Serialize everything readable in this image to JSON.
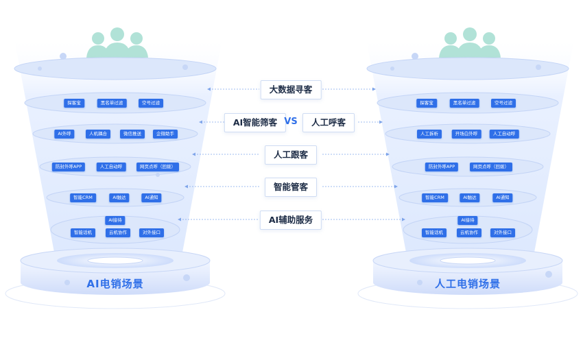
{
  "left_funnel": {
    "base_title": "AI电销场景",
    "tags": {
      "row1": [
        "探客宝",
        "黑名单过滤",
        "空号过滤"
      ],
      "row2": [
        "AI外呼",
        "人机耦合",
        "微信推送",
        "企微助手"
      ],
      "row3": [
        "防封外呼APP",
        "人工自动呼",
        "网页点呼（回拨）"
      ],
      "row4": [
        "智能CRM",
        "AI触达",
        "AI通知"
      ],
      "row5a": [
        "AI接待"
      ],
      "row5b": [
        "智能话机",
        "云机协作",
        "对外接口"
      ]
    }
  },
  "right_funnel": {
    "base_title": "人工电销场景",
    "tags": {
      "row1": [
        "探客宝",
        "黑名单过滤",
        "空号过滤"
      ],
      "row2": [
        "人工拆析",
        "开场白外呼",
        "人工自动呼"
      ],
      "row3": [
        "防封外呼APP",
        "网页点呼（回拨）"
      ],
      "row4": [
        "智能CRM",
        "AI触达",
        "AI通知"
      ],
      "row5a": [
        "AI接待"
      ],
      "row5b": [
        "智能话机",
        "云机协作",
        "对外接口"
      ]
    }
  },
  "center": {
    "stages": [
      "大数据寻客",
      "人工跟客",
      "智能管客",
      "AI辅助服务"
    ],
    "compare_left": "AI智能筛客",
    "vs": "VS",
    "compare_right": "人工呼客"
  },
  "colors": {
    "accent": "#2f6fe8",
    "layer": "#dbe6fb",
    "person": "#a9dfd3"
  }
}
